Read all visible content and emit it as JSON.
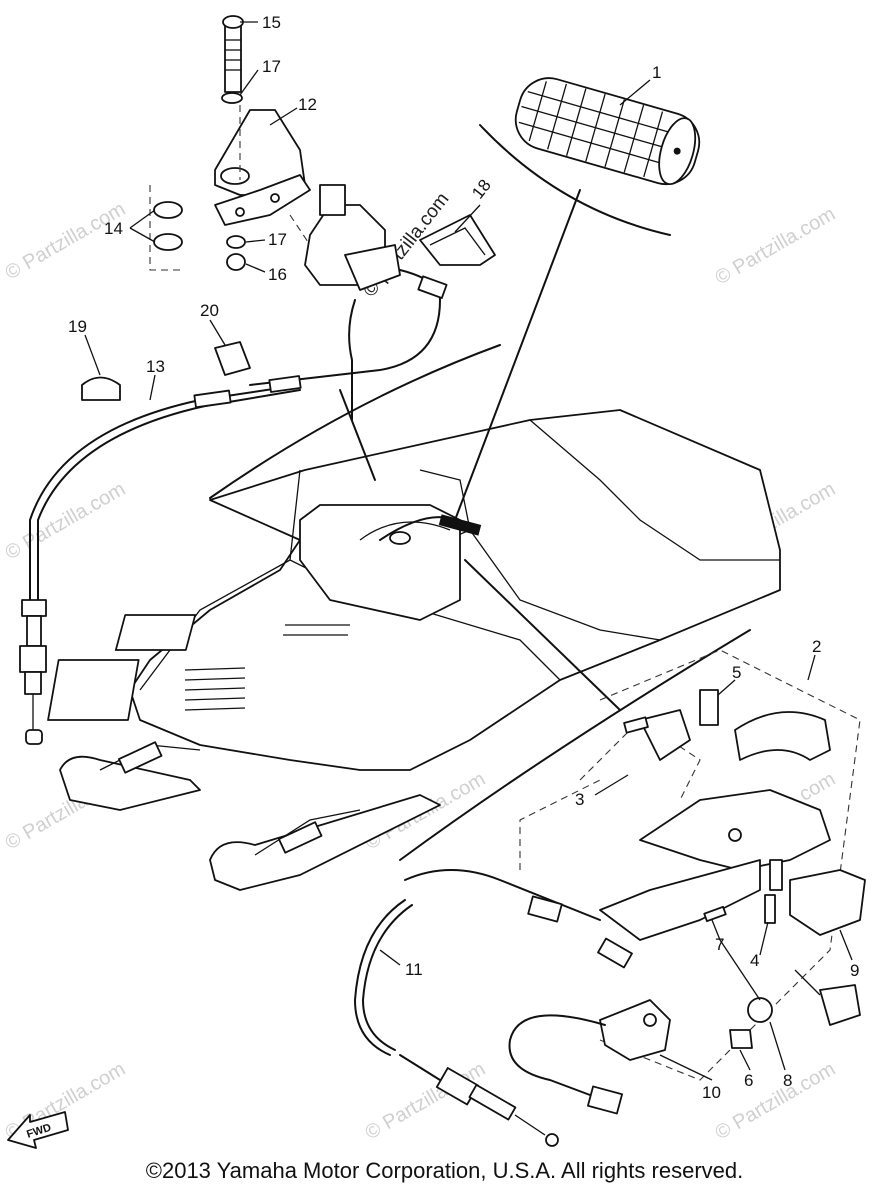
{
  "watermark": "© Partzilla.com",
  "watermark_center": "© partzilla.com",
  "fwd_label": "FWD",
  "copyright": "©2013 Yamaha Motor Corporation, U.S.A. All rights reserved.",
  "callouts": {
    "c1": "1",
    "c2": "2",
    "c3": "3",
    "c4": "4",
    "c5": "5",
    "c6": "6",
    "c7": "7",
    "c8": "8",
    "c9": "9",
    "c10": "10",
    "c11": "11",
    "c12": "12",
    "c13": "13",
    "c14": "14",
    "c15": "15",
    "c16": "16",
    "c17a": "17",
    "c17b": "17",
    "c18": "18",
    "c19": "19",
    "c20": "20"
  }
}
